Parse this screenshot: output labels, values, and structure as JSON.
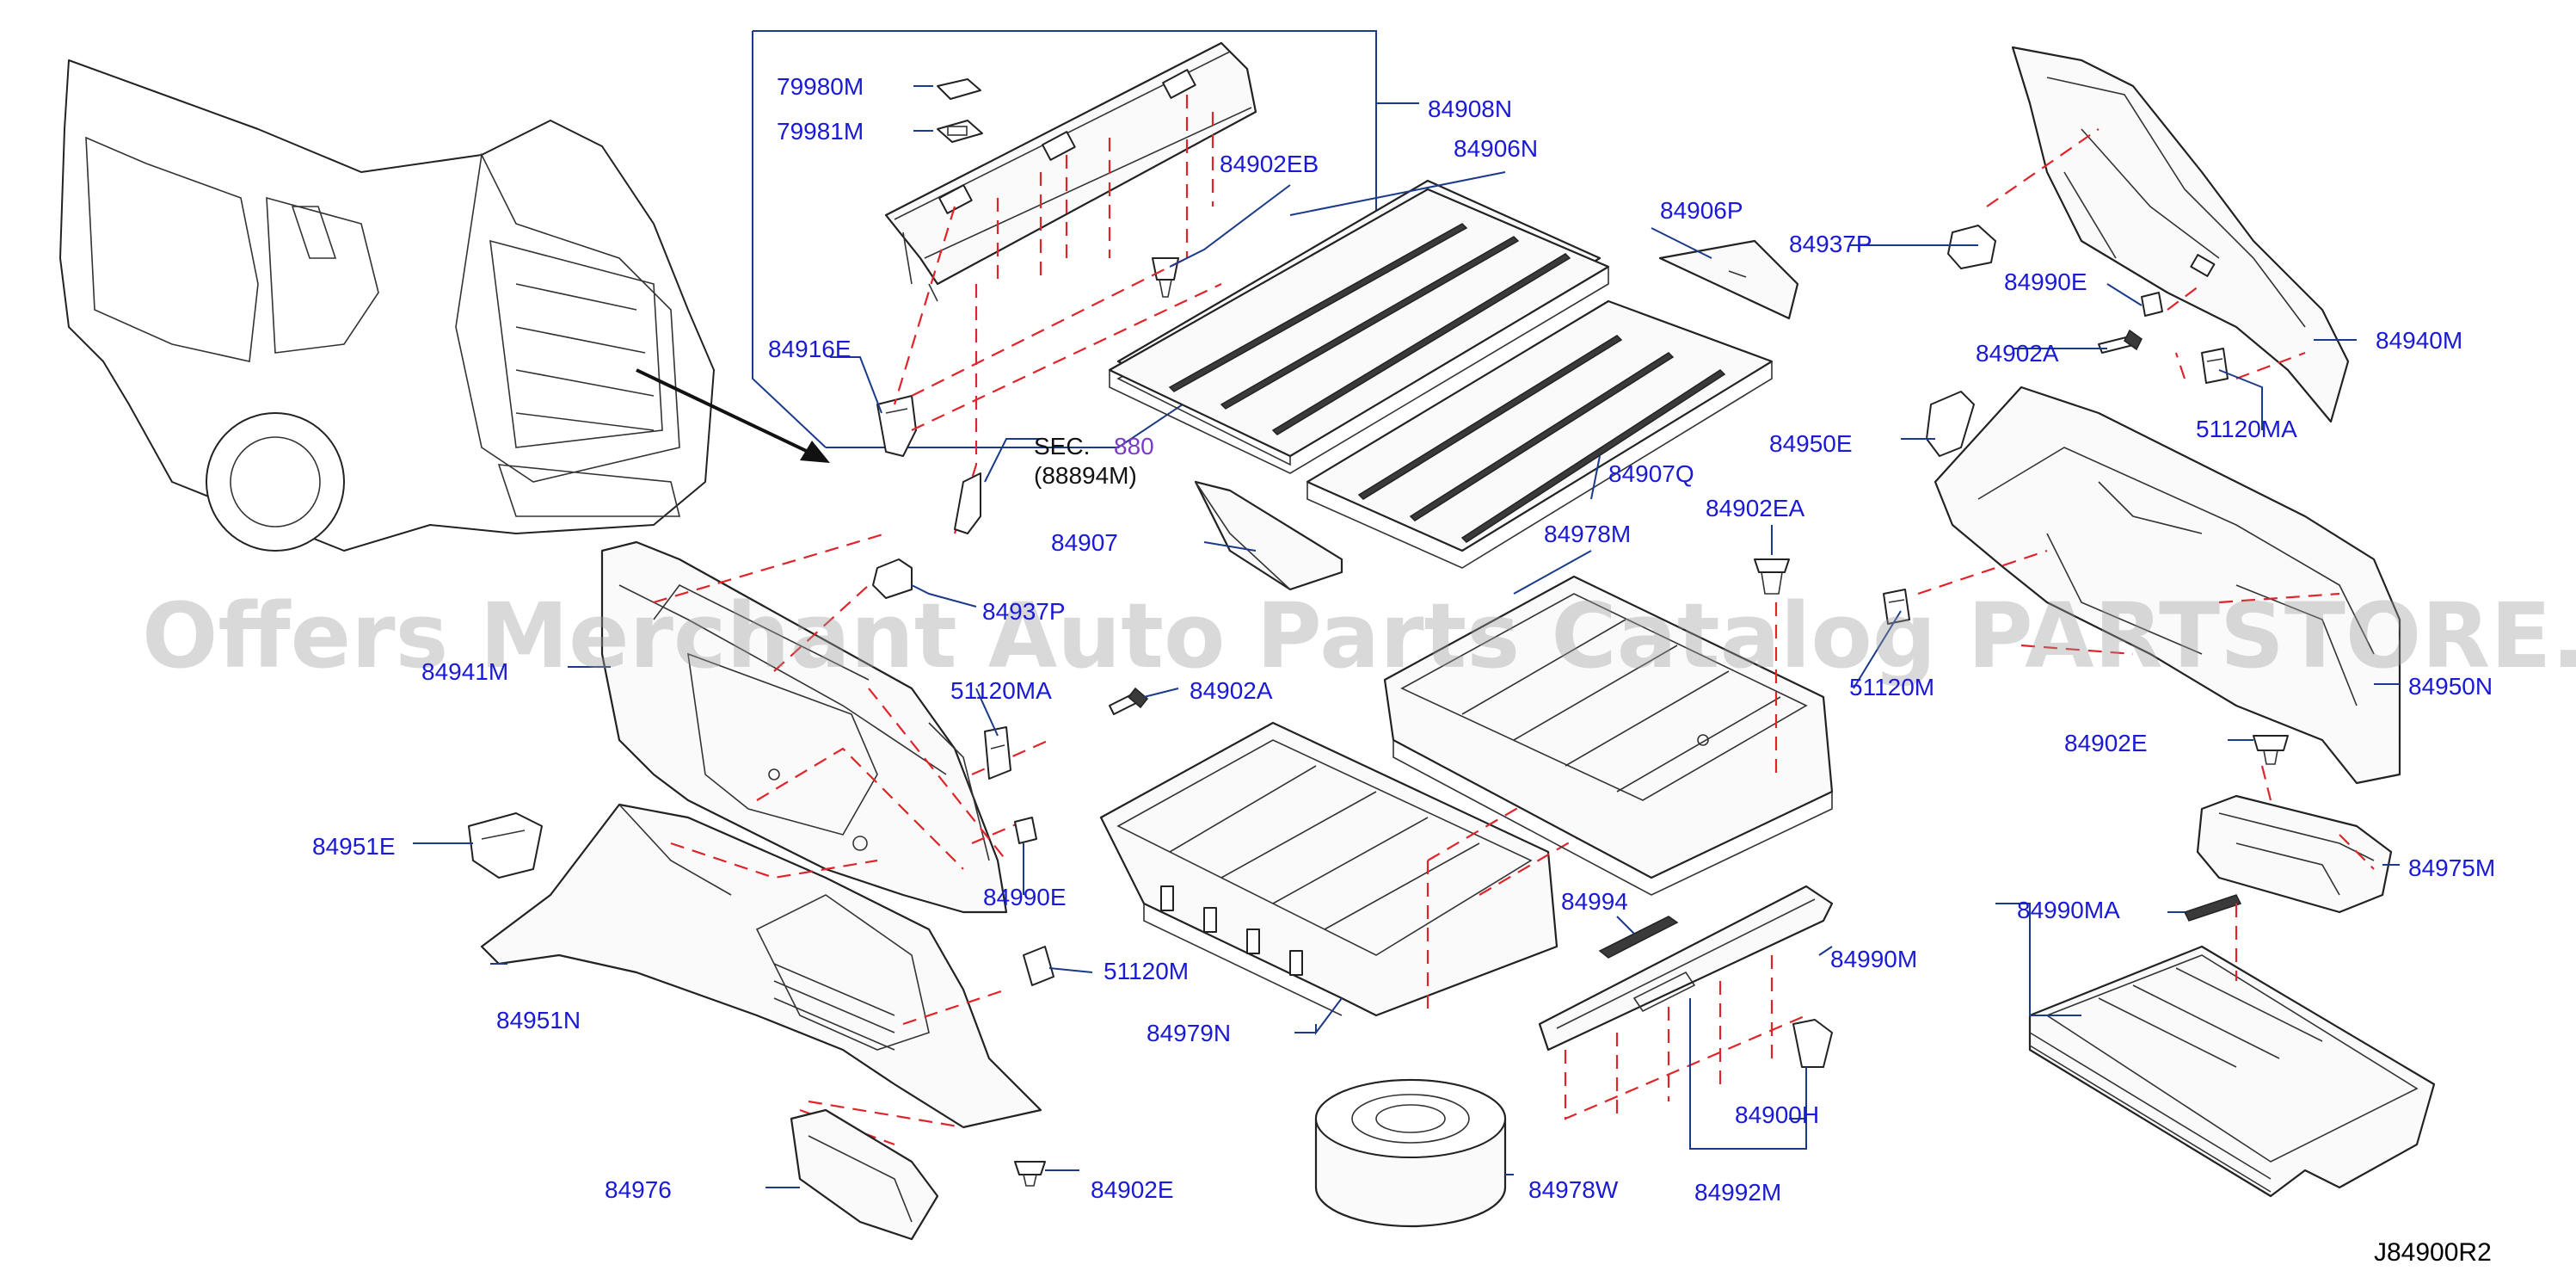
{
  "diagram_code": "J84900R2",
  "watermark": "Offers Merchant Auto Parts Catalog PARTSTORE.SA",
  "colors": {
    "label": "#1a1ad6",
    "leader": "#1a3a8a",
    "hidden_line": "#e0242a",
    "section_ref": "#7a3cc7"
  },
  "section_ref": {
    "prefix": "SEC.",
    "number": "880",
    "part": "(88894M)"
  },
  "labels": {
    "p79980M": "79980M",
    "p79981M": "79981M",
    "p84908N": "84908N",
    "p84906N": "84906N",
    "p84902EB": "84902EB",
    "p84916E": "84916E",
    "p84906P": "84906P",
    "p84937P_top": "84937P",
    "p84907Q": "84907Q",
    "p84907": "84907",
    "p84937P_mid": "84937P",
    "p84941M": "84941M",
    "p51120MA_left": "51120MA",
    "p84902A_mid": "84902A",
    "p84978M": "84978M",
    "p84902EA": "84902EA",
    "p84990E_right": "84990E",
    "p84902A_right": "84902A",
    "p84940M": "84940M",
    "p51120MA_right": "51120MA",
    "p84950E": "84950E",
    "p51120M_right": "51120M",
    "p84950N": "84950N",
    "p84902E_right": "84902E",
    "p84975M": "84975M",
    "p84990MA": "84990MA",
    "p84951E": "84951E",
    "p84990E_left": "84990E",
    "p84951N": "84951N",
    "p51120M_left": "51120M",
    "p84994": "84994",
    "p84990M": "84990M",
    "p84979N": "84979N",
    "p84900H": "84900H",
    "p84976": "84976",
    "p84902E_bottom": "84902E",
    "p84978W": "84978W",
    "p84992M": "84992M"
  }
}
